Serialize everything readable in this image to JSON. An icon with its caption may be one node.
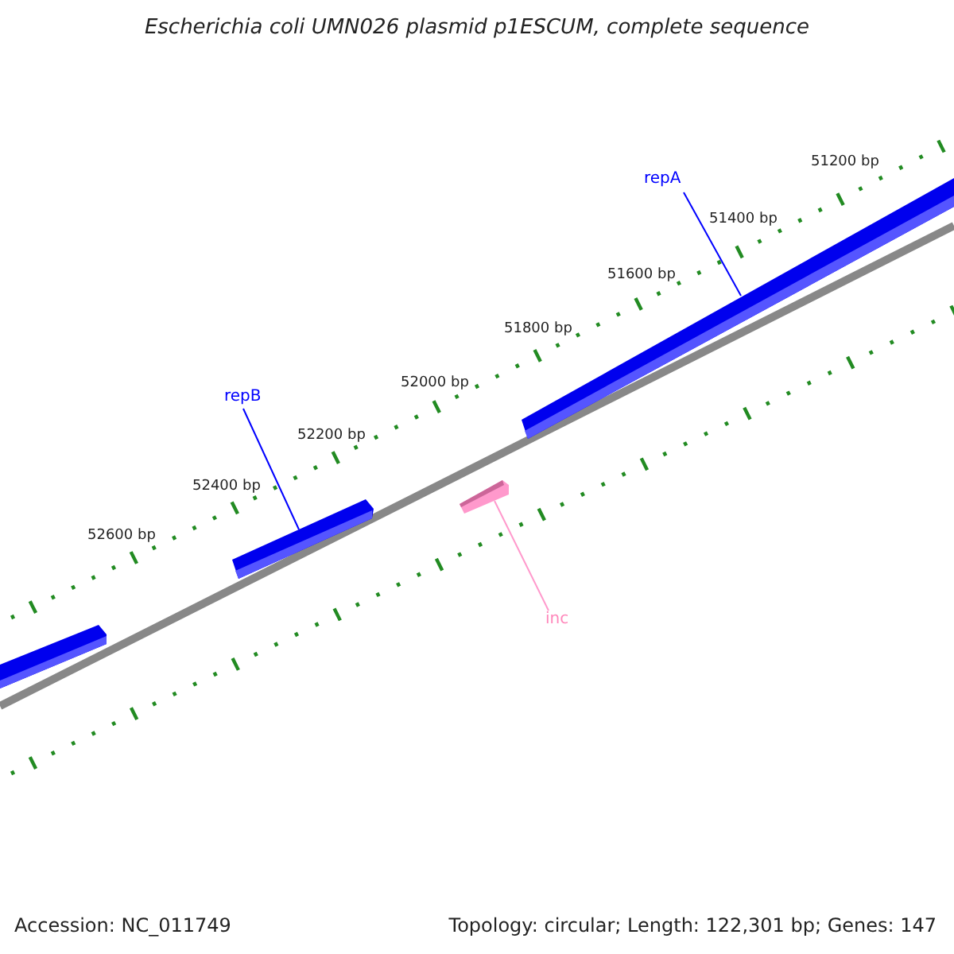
{
  "diagram": {
    "title": "Escherichia coli UMN026 plasmid p1ESCUM, complete sequence",
    "nodes": [
      {
        "text": [
          "repA"
        ]
      },
      {
        "text": [],
        "shape": "bar"
      },
      {
        "text": [
          "repB"
        ]
      },
      {
        "text": [],
        "shape": "bar"
      },
      {
        "text": [],
        "shape": "bar"
      },
      {
        "text": [],
        "shape": "bar"
      },
      {
        "text": [
          "inc"
        ]
      }
    ],
    "edges": [
      {
        "from": 0,
        "to": 1,
        "arrow": "none"
      },
      {
        "from": 2,
        "to": 3,
        "arrow": "none"
      },
      {
        "from": 6,
        "to": 5,
        "arrow": "none",
        "color": "#ff99cc"
      }
    ],
    "labels": [
      "51200 bp",
      "51400 bp",
      "51600 bp",
      "51800 bp",
      "52000 bp",
      "52200 bp",
      "52400 bp",
      "52600 bp",
      "Accession: NC_011749",
      "Topology: circular; Length: 122,301 bp; Genes: 147"
    ]
  }
}
